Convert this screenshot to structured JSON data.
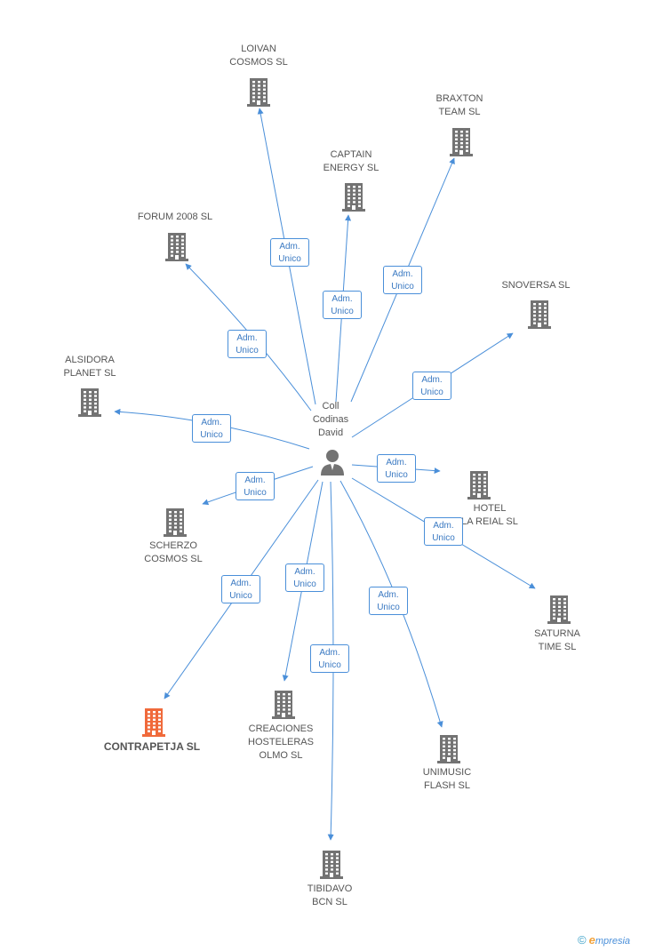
{
  "center": {
    "name_lines": [
      "Coll",
      "Codinas",
      "David"
    ],
    "icon": "person-icon"
  },
  "edge_label_lines": [
    "Adm.",
    "Unico"
  ],
  "colors": {
    "building": "#737373",
    "highlight_building": "#f06a3b",
    "edge": "#4a8fd9",
    "edge_label_text": "#3a79c2"
  },
  "nodes": [
    {
      "id": "loivan",
      "lines": [
        "LOIVAN",
        "COSMOS SL"
      ],
      "highlight": false
    },
    {
      "id": "braxton",
      "lines": [
        "BRAXTON",
        "TEAM SL"
      ],
      "highlight": false
    },
    {
      "id": "captain",
      "lines": [
        "CAPTAIN",
        "ENERGY SL"
      ],
      "highlight": false
    },
    {
      "id": "forum",
      "lines": [
        "FORUM 2008  SL"
      ],
      "highlight": false
    },
    {
      "id": "snoversa",
      "lines": [
        "SNOVERSA SL"
      ],
      "highlight": false
    },
    {
      "id": "alsidora",
      "lines": [
        "ALSIDORA",
        "PLANET SL"
      ],
      "highlight": false
    },
    {
      "id": "hotel",
      "lines": [
        "HOTEL",
        "LA REIAL SL"
      ],
      "highlight": false
    },
    {
      "id": "scherzo",
      "lines": [
        "SCHERZO",
        "COSMOS SL"
      ],
      "highlight": false
    },
    {
      "id": "saturna",
      "lines": [
        "SATURNA",
        "TIME SL"
      ],
      "highlight": false
    },
    {
      "id": "contrapetja",
      "lines": [
        "CONTRAPETJA SL"
      ],
      "highlight": true
    },
    {
      "id": "creaciones",
      "lines": [
        "CREACIONES",
        "HOSTELERAS",
        "OLMO SL"
      ],
      "highlight": false
    },
    {
      "id": "unimusic",
      "lines": [
        "UNIMUSIC",
        "FLASH  SL"
      ],
      "highlight": false
    },
    {
      "id": "tibidavo",
      "lines": [
        "TIBIDAVO",
        "BCN SL"
      ],
      "highlight": false
    }
  ],
  "brand": {
    "copyright": "©",
    "name_e": "e",
    "name_rest": "mpresia"
  }
}
